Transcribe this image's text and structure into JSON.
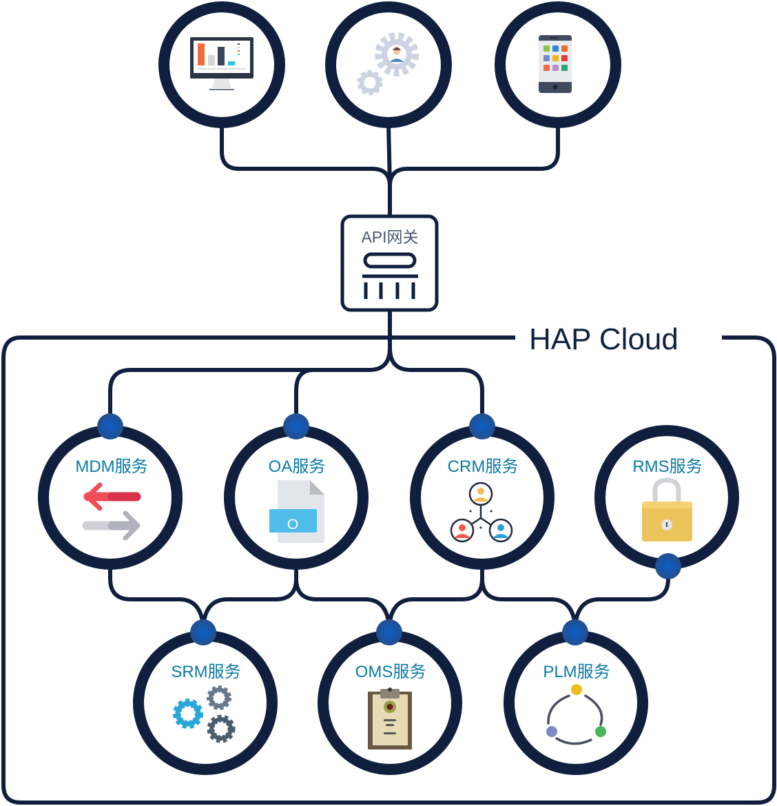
{
  "diagram": {
    "colors": {
      "line": "#0f1f3d",
      "node_dot": "#1a56a6",
      "label": "#0b7aa6",
      "gateway_text": "#4a5a70"
    },
    "clients": [
      {
        "id": "desktop",
        "icon": "monitor-chart-icon"
      },
      {
        "id": "admin",
        "icon": "gear-user-icon"
      },
      {
        "id": "mobile",
        "icon": "smartphone-icon"
      }
    ],
    "gateway": {
      "label": "API网关",
      "icon": "gateway-icon"
    },
    "cloud": {
      "label": "HAP Cloud"
    },
    "services_row1": [
      {
        "label": "MDM服务",
        "icon": "transfer-arrows-icon"
      },
      {
        "label": "OA服务",
        "icon": "document-o-icon"
      },
      {
        "label": "CRM服务",
        "icon": "user-network-icon"
      },
      {
        "label": "RMS服务",
        "icon": "padlock-icon"
      }
    ],
    "services_row2": [
      {
        "label": "SRM服务",
        "icon": "gears-icon"
      },
      {
        "label": "OMS服务",
        "icon": "clipboard-icon"
      },
      {
        "label": "PLM服务",
        "icon": "cycle-icon"
      }
    ]
  }
}
